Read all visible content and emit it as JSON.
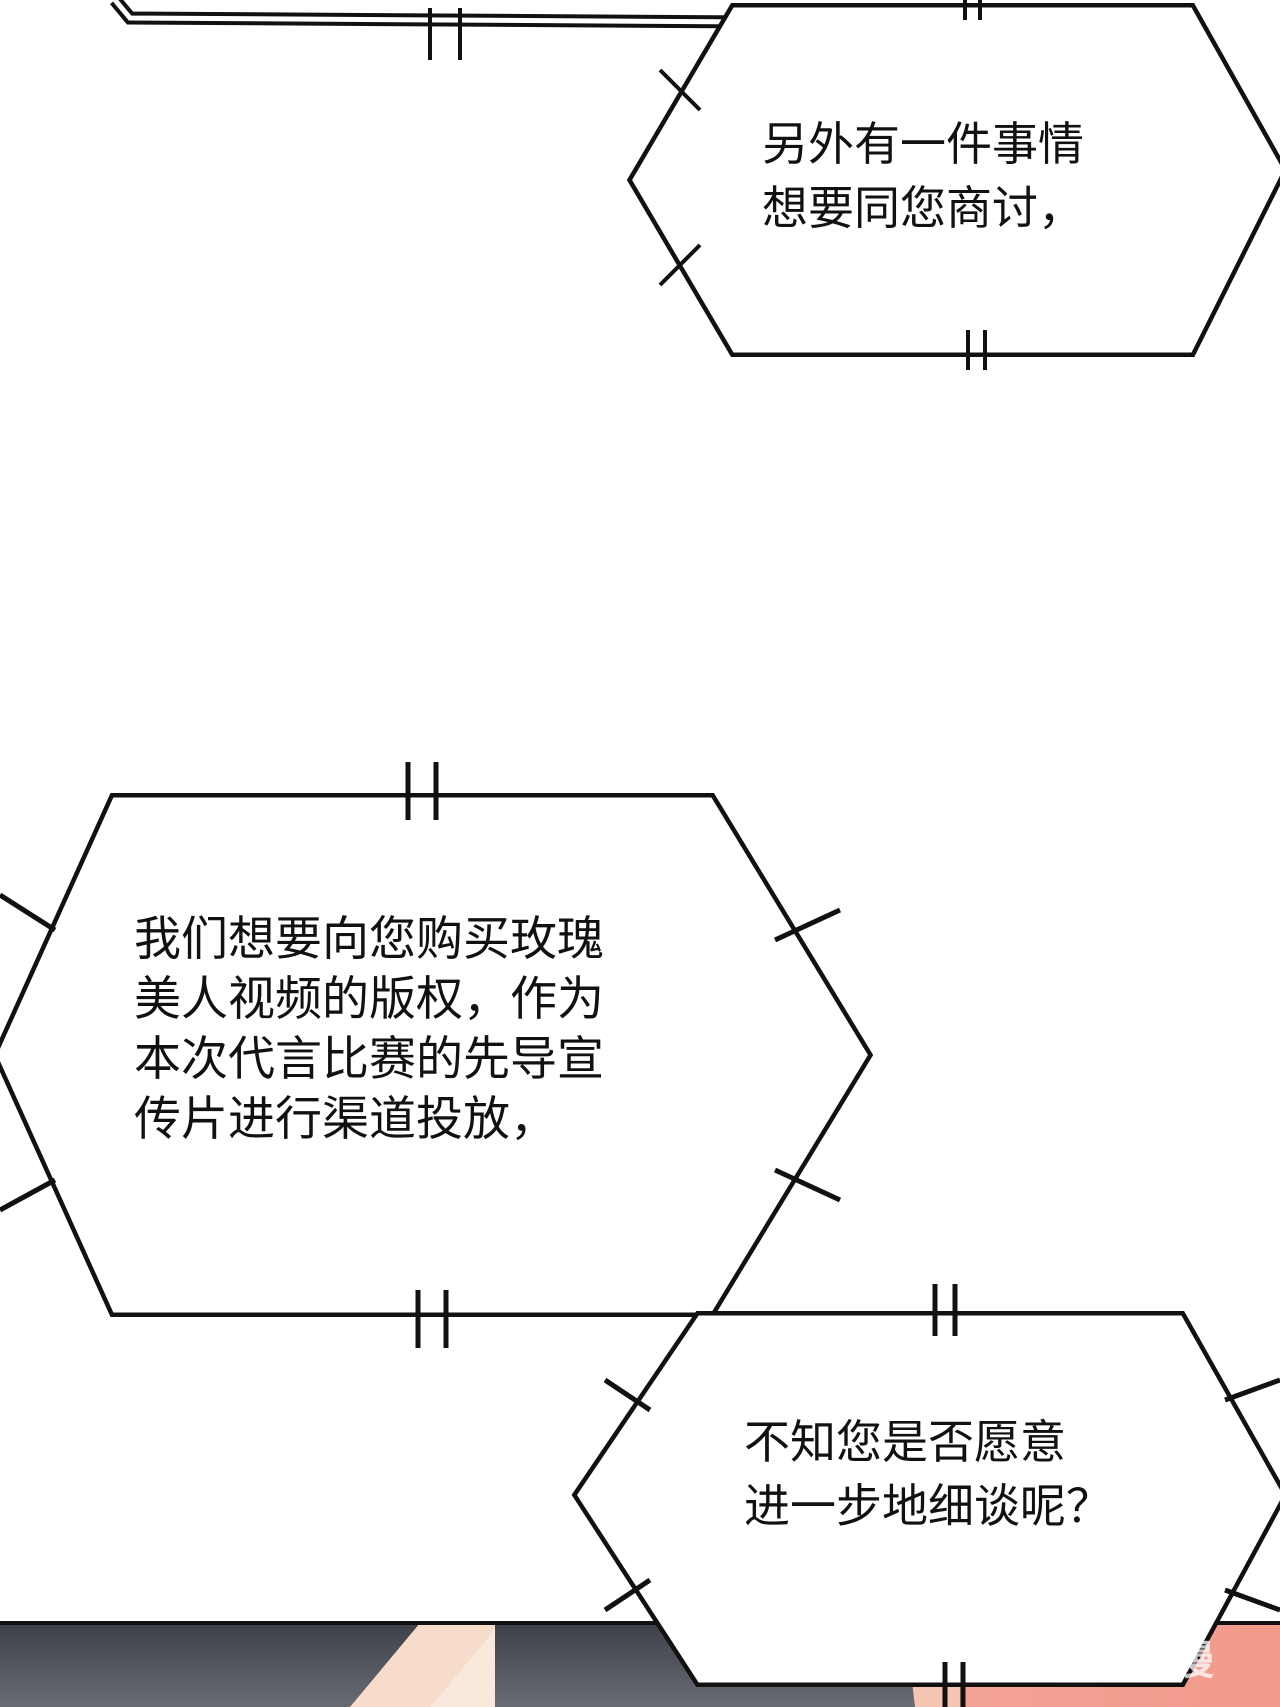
{
  "bubbles": [
    {
      "lines": [
        "另外有一件事情",
        "想要同您商讨，"
      ]
    },
    {
      "lines": [
        "我们想要向您购买玫瑰",
        "美人视频的版权，作为",
        "本次代言比赛的先导宣",
        "传片进行渠道投放，"
      ]
    },
    {
      "lines": [
        "不知您是否愿意",
        "进一步地细谈呢？"
      ]
    }
  ],
  "watermark": "腾讯动漫",
  "colors": {
    "hair": "#55575f",
    "skin": "#f6d9c7",
    "background_pink": "#f3a796"
  }
}
